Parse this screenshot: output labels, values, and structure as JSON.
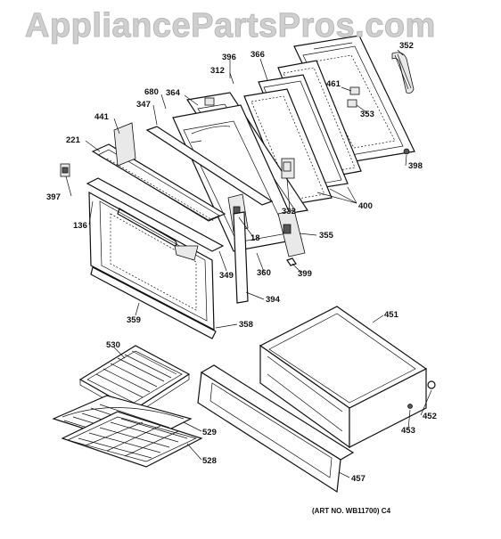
{
  "watermark": "AppliancePartsPros.com",
  "art_number": "(ART NO. WB11700) C4",
  "callouts": [
    {
      "id": "396",
      "label": "396"
    },
    {
      "id": "366",
      "label": "366"
    },
    {
      "id": "352",
      "label": "352"
    },
    {
      "id": "312",
      "label": "312"
    },
    {
      "id": "680",
      "label": "680"
    },
    {
      "id": "364",
      "label": "364"
    },
    {
      "id": "461",
      "label": "461"
    },
    {
      "id": "353",
      "label": "353"
    },
    {
      "id": "347",
      "label": "347"
    },
    {
      "id": "441",
      "label": "441"
    },
    {
      "id": "221",
      "label": "221"
    },
    {
      "id": "398",
      "label": "398"
    },
    {
      "id": "397",
      "label": "397"
    },
    {
      "id": "400",
      "label": "400"
    },
    {
      "id": "332",
      "label": "332"
    },
    {
      "id": "136",
      "label": "136"
    },
    {
      "id": "18",
      "label": "18"
    },
    {
      "id": "355",
      "label": "355"
    },
    {
      "id": "349",
      "label": "349"
    },
    {
      "id": "360",
      "label": "360"
    },
    {
      "id": "399",
      "label": "399"
    },
    {
      "id": "394",
      "label": "394"
    },
    {
      "id": "359",
      "label": "359"
    },
    {
      "id": "358",
      "label": "358"
    },
    {
      "id": "451",
      "label": "451"
    },
    {
      "id": "530",
      "label": "530"
    },
    {
      "id": "452",
      "label": "452"
    },
    {
      "id": "453",
      "label": "453"
    },
    {
      "id": "529",
      "label": "529"
    },
    {
      "id": "528",
      "label": "528"
    },
    {
      "id": "457",
      "label": "457"
    }
  ]
}
